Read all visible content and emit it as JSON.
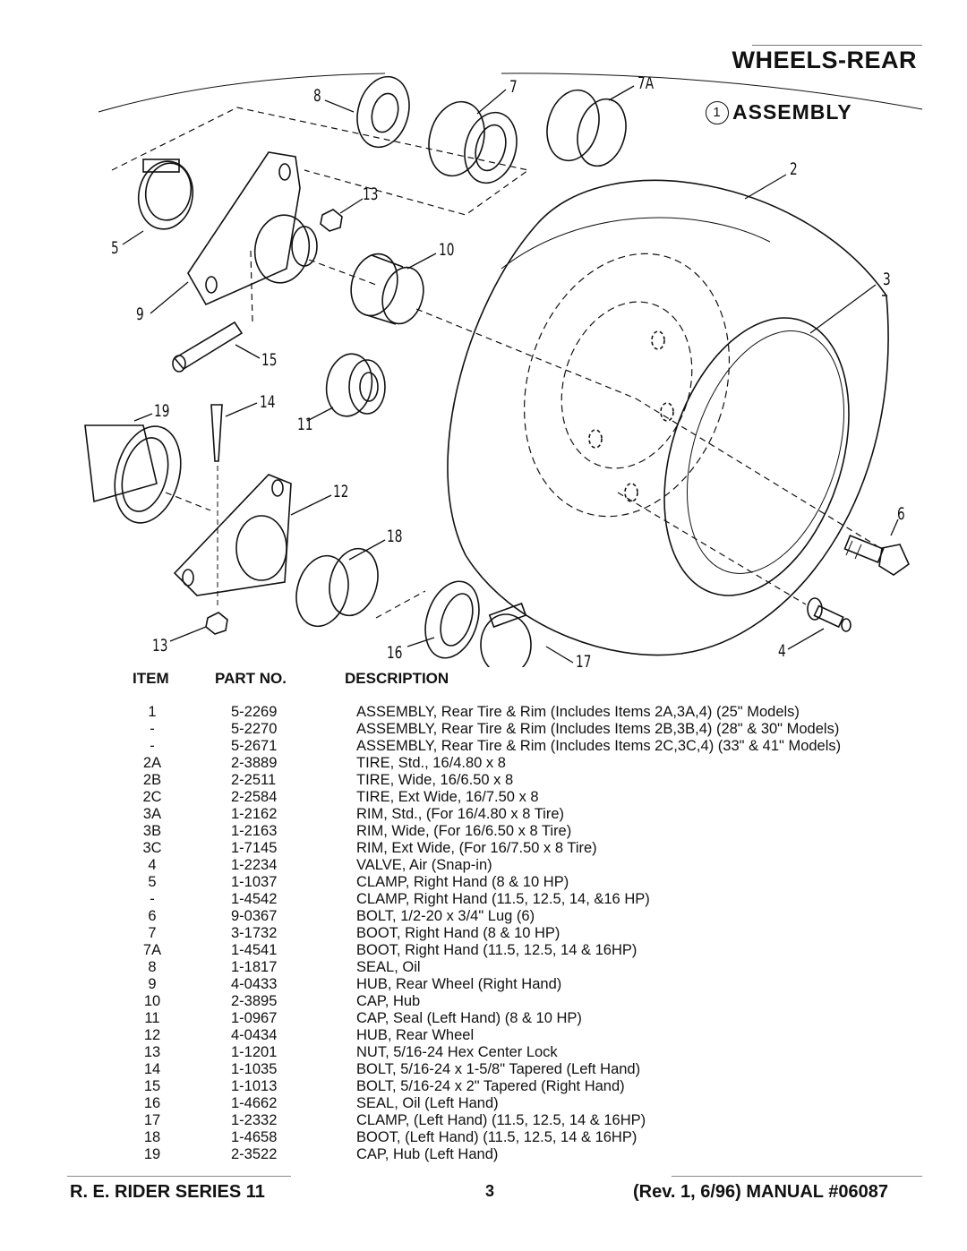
{
  "header": {
    "title": "WHEELS-REAR",
    "assembly_number": "1",
    "assembly_label": "ASSEMBLY"
  },
  "callouts": [
    "8",
    "7",
    "7A",
    "2",
    "13",
    "5",
    "10",
    "3",
    "9",
    "15",
    "19",
    "14",
    "11",
    "12",
    "6",
    "18",
    "13",
    "4",
    "16",
    "17"
  ],
  "table": {
    "headers": {
      "item": "ITEM",
      "part_no": "PART NO.",
      "description": "DESCRIPTION"
    },
    "rows": [
      {
        "item": "1",
        "part_no": "5-2269",
        "description": "ASSEMBLY, Rear Tire & Rim (Includes Items 2A,3A,4) (25\" Models)"
      },
      {
        "item": "-",
        "part_no": "5-2270",
        "description": "ASSEMBLY, Rear Tire & Rim (Includes Items 2B,3B,4) (28\" & 30\" Models)"
      },
      {
        "item": "-",
        "part_no": "5-2671",
        "description": "ASSEMBLY, Rear Tire & Rim (Includes Items 2C,3C,4) (33\" & 41\" Models)"
      },
      {
        "item": "2A",
        "part_no": "2-3889",
        "description": "TIRE, Std., 16/4.80 x 8"
      },
      {
        "item": "2B",
        "part_no": "2-2511",
        "description": "TIRE, Wide, 16/6.50 x 8"
      },
      {
        "item": "2C",
        "part_no": "2-2584",
        "description": "TIRE, Ext Wide, 16/7.50 x 8"
      },
      {
        "item": "3A",
        "part_no": "1-2162",
        "description": "RIM, Std., (For 16/4.80 x 8 Tire)"
      },
      {
        "item": "3B",
        "part_no": "1-2163",
        "description": "RIM, Wide, (For 16/6.50 x 8 Tire)"
      },
      {
        "item": "3C",
        "part_no": "1-7145",
        "description": "RIM, Ext Wide, (For 16/7.50 x 8 Tire)"
      },
      {
        "item": "4",
        "part_no": "1-2234",
        "description": "VALVE, Air (Snap-in)"
      },
      {
        "item": "5",
        "part_no": "1-1037",
        "description": "CLAMP, Right Hand (8 & 10 HP)"
      },
      {
        "item": "-",
        "part_no": "1-4542",
        "description": "CLAMP, Right Hand (11.5, 12.5, 14, &16 HP)"
      },
      {
        "item": "6",
        "part_no": "9-0367",
        "description": "BOLT, 1/2-20 x 3/4\" Lug (6)"
      },
      {
        "item": "7",
        "part_no": "3-1732",
        "description": "BOOT, Right Hand (8 & 10 HP)"
      },
      {
        "item": "7A",
        "part_no": "1-4541",
        "description": "BOOT, Right Hand (11.5, 12.5, 14 & 16HP)"
      },
      {
        "item": "8",
        "part_no": "1-1817",
        "description": "SEAL, Oil"
      },
      {
        "item": "9",
        "part_no": "4-0433",
        "description": "HUB, Rear Wheel (Right Hand)"
      },
      {
        "item": "10",
        "part_no": "2-3895",
        "description": "CAP, Hub"
      },
      {
        "item": "11",
        "part_no": "1-0967",
        "description": "CAP, Seal (Left Hand) (8 & 10 HP)"
      },
      {
        "item": "12",
        "part_no": "4-0434",
        "description": "HUB, Rear Wheel"
      },
      {
        "item": "13",
        "part_no": "1-1201",
        "description": "NUT, 5/16-24 Hex Center Lock"
      },
      {
        "item": "14",
        "part_no": "1-1035",
        "description": "BOLT, 5/16-24 x 1-5/8\" Tapered (Left Hand)"
      },
      {
        "item": "15",
        "part_no": "1-1013",
        "description": "BOLT, 5/16-24 x 2\" Tapered (Right Hand)"
      },
      {
        "item": "16",
        "part_no": "1-4662",
        "description": "SEAL, Oil (Left Hand)"
      },
      {
        "item": "17",
        "part_no": "1-2332",
        "description": "CLAMP, (Left Hand) (11.5, 12.5, 14 & 16HP)"
      },
      {
        "item": "18",
        "part_no": "1-4658",
        "description": "BOOT, (Left Hand) (11.5, 12.5, 14 & 16HP)"
      },
      {
        "item": "19",
        "part_no": "2-3522",
        "description": "CAP, Hub (Left Hand)"
      }
    ]
  },
  "footer": {
    "series": "R. E. RIDER SERIES 11",
    "page": "3",
    "manual": "(Rev. 1, 6/96) MANUAL #06087"
  }
}
